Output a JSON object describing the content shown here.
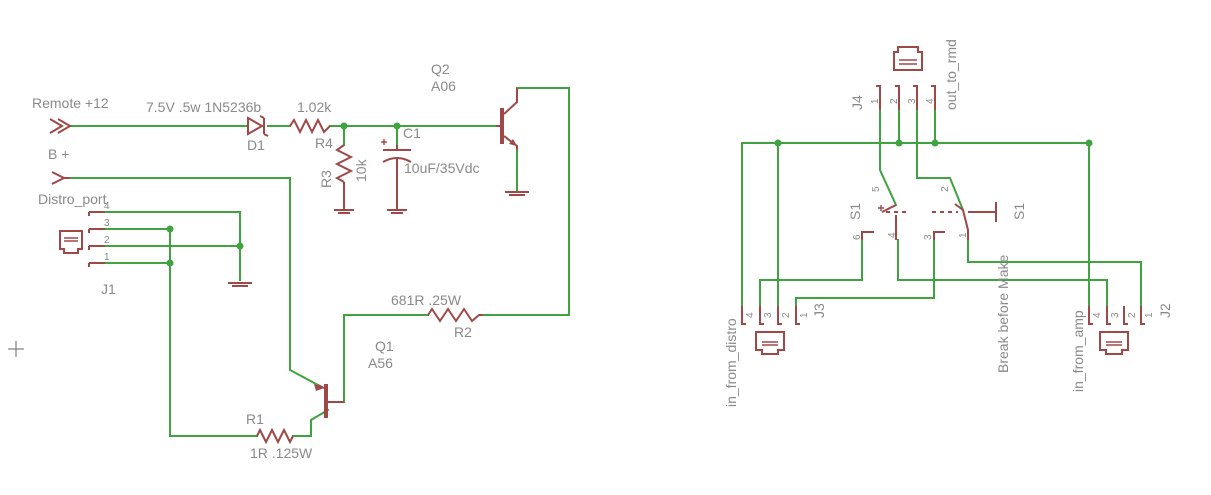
{
  "schematic": {
    "supply": {
      "remote": "Remote +12",
      "battery": "B +"
    },
    "zener": {
      "ref": "D1",
      "value": "7.5V .5w 1N5236b"
    },
    "r4": {
      "ref": "R4",
      "value": "1.02k"
    },
    "r3": {
      "ref": "R3",
      "value": "10k"
    },
    "c1": {
      "ref": "C1",
      "value": "10uF/35Vdc"
    },
    "q2": {
      "ref": "Q2",
      "value": "A06"
    },
    "q1": {
      "ref": "Q1",
      "value": "A56"
    },
    "r2": {
      "ref": "R2",
      "value": "681R .25W"
    },
    "r1": {
      "ref": "R1",
      "value": "1R .125W"
    },
    "j1": {
      "ref": "J1",
      "name": "Distro_port",
      "pins": [
        "4",
        "3",
        "2",
        "1"
      ]
    },
    "j4": {
      "ref": "J4",
      "name": "out_to_rmd",
      "pins": [
        "1",
        "2",
        "3",
        "4"
      ]
    },
    "j3": {
      "ref": "J3",
      "name": "in_from_distro",
      "pins": [
        "4",
        "3",
        "2",
        "1"
      ]
    },
    "j2": {
      "ref": "J2",
      "name": "in_from_amp",
      "pins": [
        "4",
        "3",
        "2",
        "1"
      ]
    },
    "s1": {
      "ref": "S1",
      "note": "Break before Make",
      "pins": [
        "5",
        "6",
        "4",
        "2",
        "3",
        "1"
      ]
    }
  },
  "colors": {
    "wire": "#3fa33f",
    "component": "#a04848",
    "text": "#8a8a8a"
  }
}
